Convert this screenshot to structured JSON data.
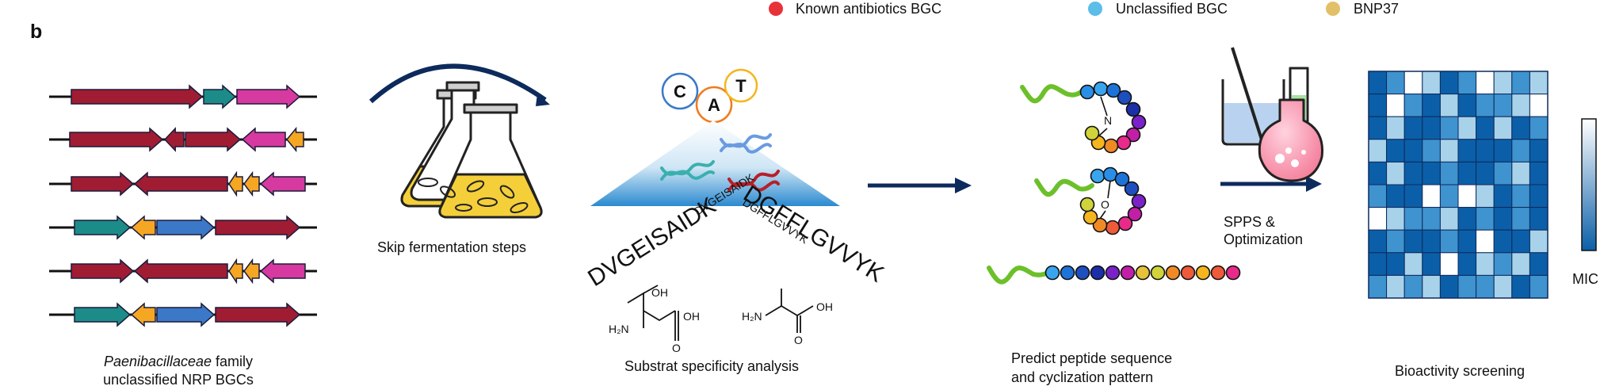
{
  "panel_label": "b",
  "legend": [
    {
      "label": "Known antibiotics BGC",
      "color": "#e8323a"
    },
    {
      "label": "Unclassified BGC",
      "color": "#5bbde8"
    },
    {
      "label": "BNP37",
      "color": "#e2c068"
    }
  ],
  "steps": {
    "bgc_caption_italic": "Paenibacillaceae",
    "bgc_caption_rest": " family",
    "bgc_caption_line2": "unclassified NRP BGCs",
    "skip_caption": "Skip fermentation steps",
    "substrate_caption": "Substrat specificity analysis",
    "predict_caption_line1": "Predict peptide sequence",
    "predict_caption_line2": "and cyclization pattern",
    "spps_line1": "SPPS &",
    "spps_line2": "Optimization",
    "bioactivity_caption": "Bioactivity screening",
    "mic_label": "MIC"
  },
  "domains": {
    "c": "C",
    "a": "A",
    "t": "T"
  },
  "sequences": {
    "left": "DVGEISAIDK",
    "right": "DGFFLGVVYK",
    "left_big": "DVGEISAIDK",
    "right_big": "DGFFLGVVYK"
  },
  "molecules": {
    "thr_oh_top": "OH",
    "thr_nh2": "H₂N",
    "thr_oh_right": "OH",
    "thr_o": "O",
    "ala_nh2": "H₂N",
    "ala_oh": "OH",
    "ala_o": "O"
  },
  "linkers": {
    "n": "N",
    "o": "O"
  },
  "colors": {
    "gene_red": "#a01c33",
    "gene_teal": "#1c8c89",
    "gene_magenta": "#d6399f",
    "gene_orange": "#f5a623",
    "gene_blue": "#3c78c8",
    "arrow_navy": "#0d2a5c",
    "flask_liquid": "#f4cf3a",
    "peptide_tail": "#6cc02a"
  },
  "heatmap_levels": [
    [
      3,
      2,
      0,
      1,
      3,
      2,
      0,
      1,
      2,
      1
    ],
    [
      3,
      0,
      2,
      3,
      1,
      3,
      2,
      2,
      1,
      0
    ],
    [
      3,
      1,
      3,
      3,
      2,
      1,
      3,
      1,
      3,
      2
    ],
    [
      1,
      3,
      3,
      2,
      1,
      3,
      3,
      3,
      2,
      3
    ],
    [
      3,
      1,
      3,
      3,
      2,
      3,
      3,
      2,
      1,
      3
    ],
    [
      2,
      3,
      3,
      0,
      2,
      0,
      1,
      3,
      2,
      3
    ],
    [
      0,
      1,
      2,
      2,
      1,
      3,
      2,
      3,
      2,
      3
    ],
    [
      3,
      2,
      3,
      3,
      2,
      3,
      0,
      3,
      3,
      1
    ],
    [
      3,
      3,
      1,
      3,
      0,
      3,
      1,
      2,
      1,
      3
    ],
    [
      2,
      1,
      2,
      1,
      3,
      2,
      2,
      1,
      3,
      2
    ]
  ]
}
